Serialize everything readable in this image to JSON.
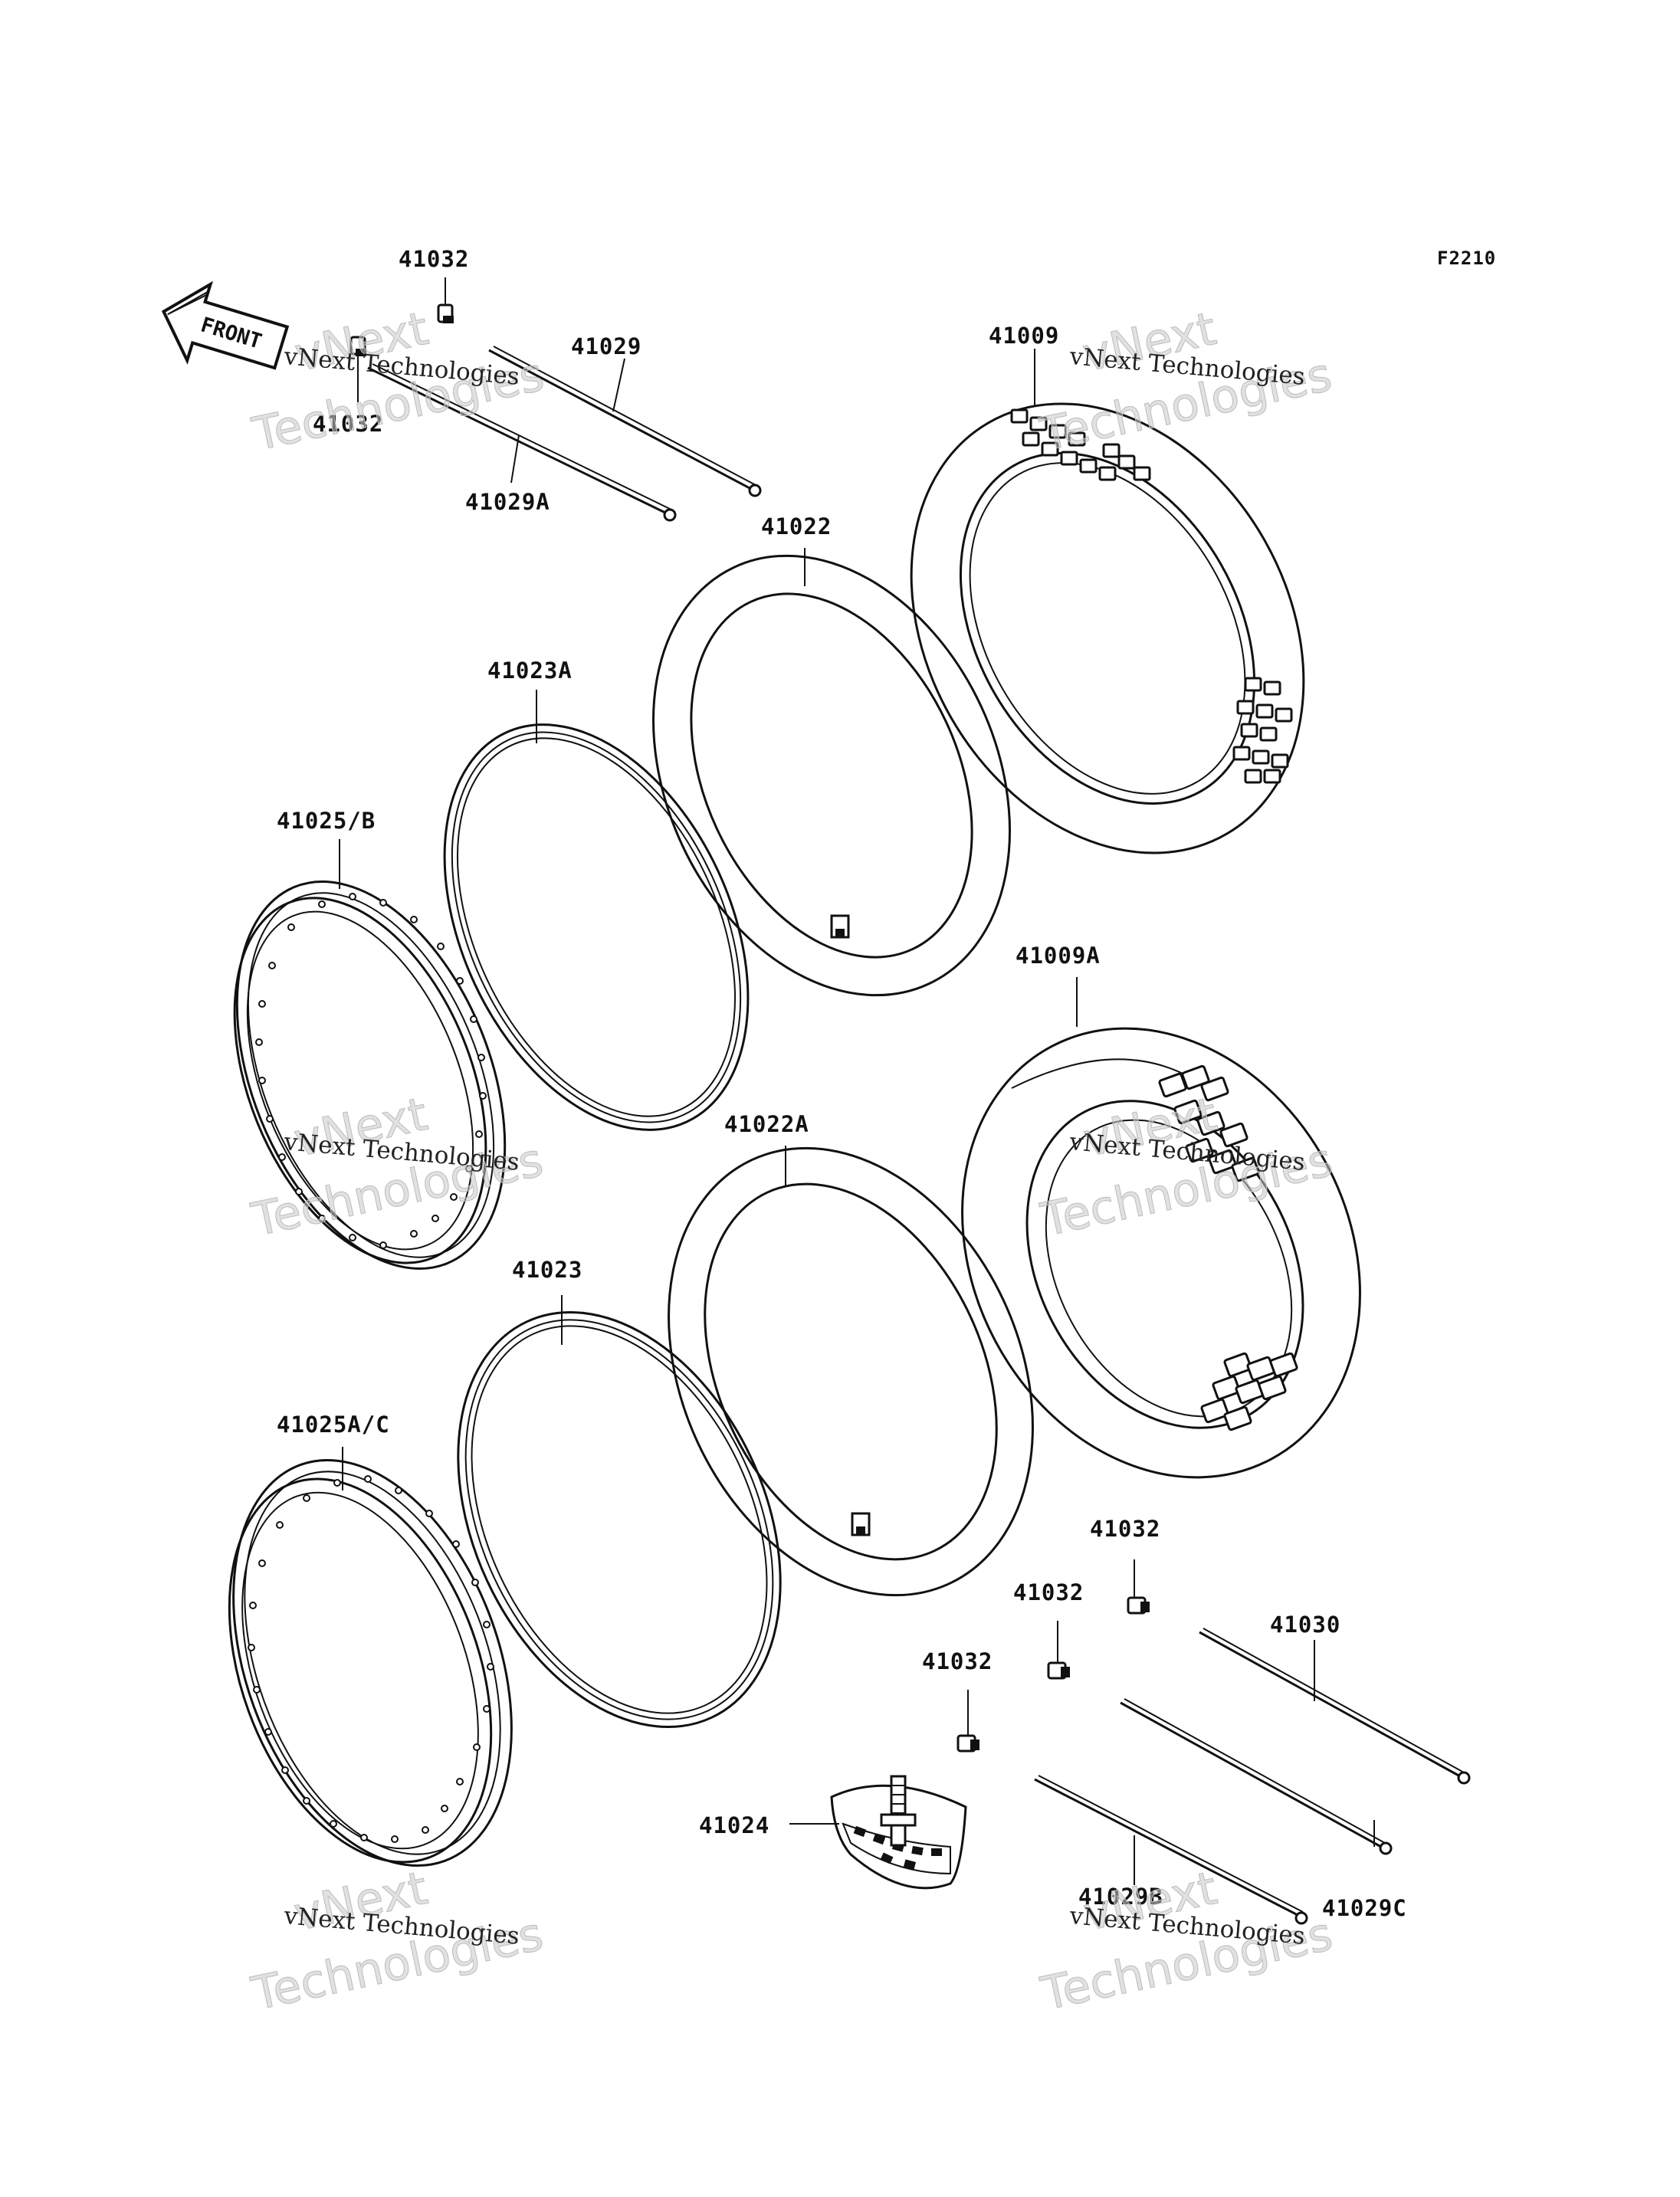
{
  "diagram_code": "F2210",
  "front_label": "FRONT",
  "watermark": {
    "line1": "vNext",
    "line2": "Technologies",
    "small": "vNext Technologies"
  },
  "labels": {
    "p41032_a": "41032",
    "p41032_b": "41032",
    "p41029": "41029",
    "p41029a": "41029A",
    "p41009": "41009",
    "p41022": "41022",
    "p41023a": "41023A",
    "p41025b": "41025/B",
    "p41009a": "41009A",
    "p41022a": "41022A",
    "p41023": "41023",
    "p41025ac": "41025A/C",
    "p41032_c": "41032",
    "p41032_d": "41032",
    "p41032_e": "41032",
    "p41030": "41030",
    "p41024": "41024",
    "p41029b": "41029B",
    "p41029c": "41029C"
  }
}
